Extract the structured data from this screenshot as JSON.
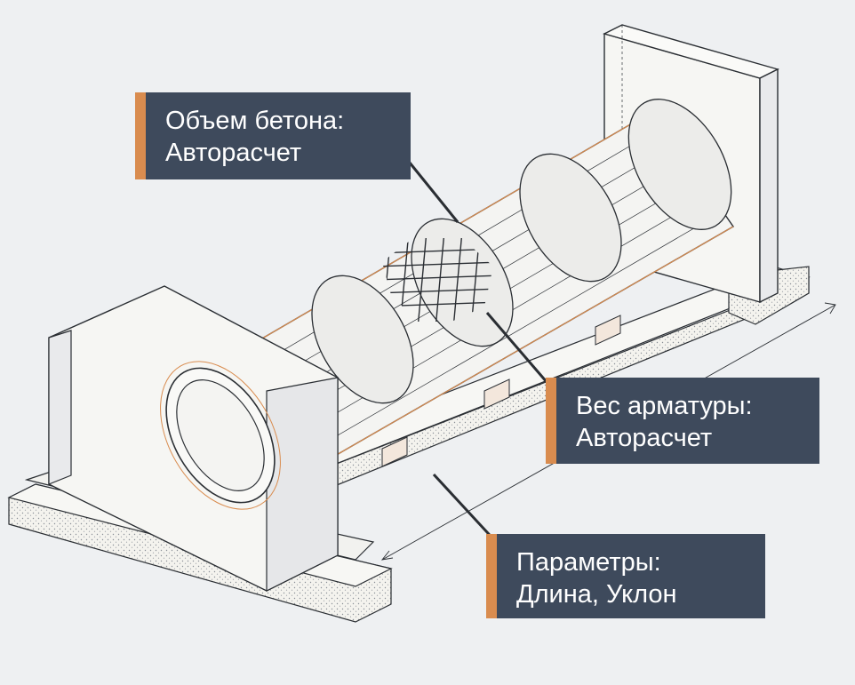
{
  "callouts": {
    "concrete": {
      "line1": "Объем бетона:",
      "line2": "Авторасчет"
    },
    "rebar": {
      "line1": "Вес арматуры:",
      "line2": "Авторасчет"
    },
    "params": {
      "line1": "Параметры:",
      "line2": "Длина, Уклон"
    }
  },
  "colors": {
    "background": "#eef0f2",
    "callout_bg": "#3e4a5c",
    "accent": "#d98c4f",
    "drawing_line": "#2a2e33",
    "hatch": "#8a8f96"
  }
}
